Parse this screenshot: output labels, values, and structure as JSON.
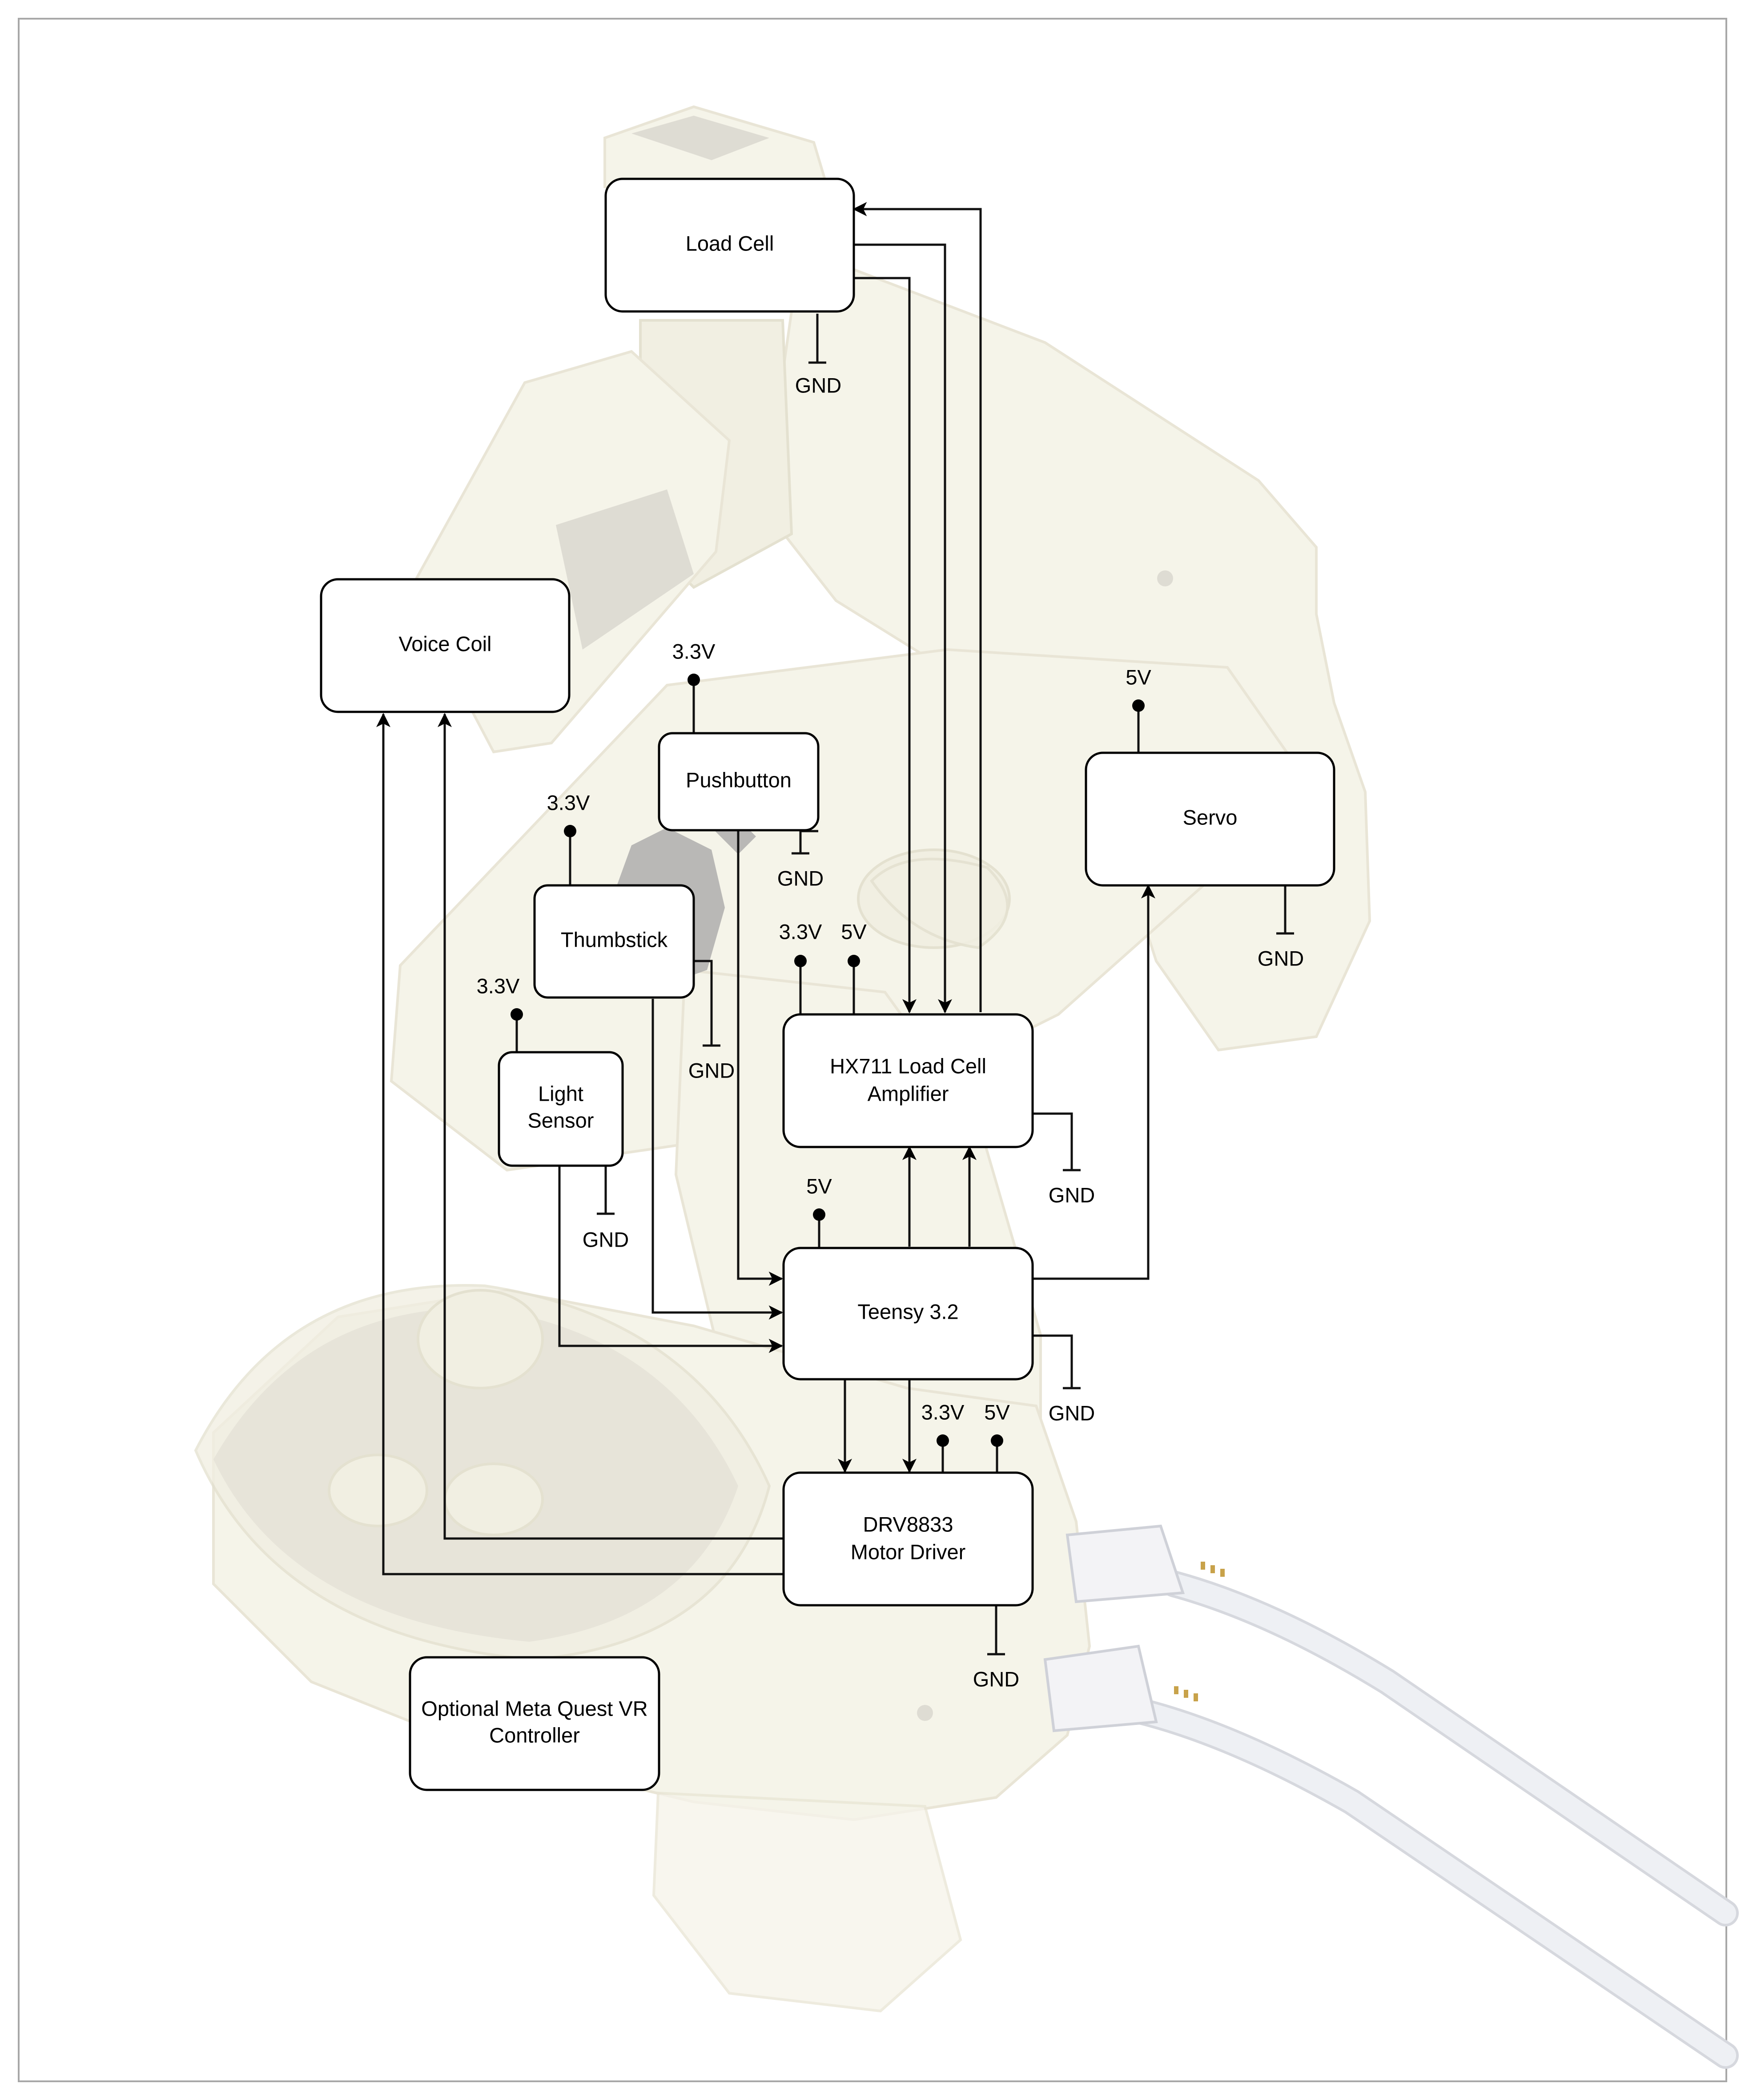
{
  "diagram": {
    "blocks": {
      "load_cell": [
        "Load Cell"
      ],
      "voice_coil": [
        "Voice Coil"
      ],
      "pushbutton": [
        "Pushbutton"
      ],
      "servo": [
        "Servo"
      ],
      "thumbstick": [
        "Thumbstick"
      ],
      "light_sensor": [
        "Light",
        "Sensor"
      ],
      "hx711": [
        "HX711 Load Cell",
        "Amplifier"
      ],
      "teensy": [
        "Teensy 3.2"
      ],
      "drv8833": [
        "DRV8833",
        "Motor Driver"
      ],
      "meta_quest": [
        "Optional Meta Quest VR",
        "Controller"
      ]
    },
    "power_labels": {
      "gnd": "GND",
      "v33": "3.3V",
      "v5": "5V"
    },
    "connections": [
      {
        "from": "HX711 Load Cell Amplifier",
        "to": "Load Cell"
      },
      {
        "from": "Load Cell",
        "to": "HX711 Load Cell Amplifier"
      },
      {
        "from": "Teensy 3.2",
        "to": "HX711 Load Cell Amplifier"
      },
      {
        "from": "Teensy 3.2",
        "to": "Servo"
      },
      {
        "from": "Teensy 3.2",
        "to": "DRV8833 Motor Driver"
      },
      {
        "from": "DRV8833 Motor Driver",
        "to": "Voice Coil"
      },
      {
        "from": "Pushbutton",
        "to": "Teensy 3.2"
      },
      {
        "from": "Thumbstick",
        "to": "Teensy 3.2"
      },
      {
        "from": "Light Sensor",
        "to": "Teensy 3.2"
      }
    ]
  },
  "colors": {
    "background": "#ffffff",
    "device_body": "#f4f2e6",
    "wires": "#111111",
    "cable": "#eef0f4"
  }
}
